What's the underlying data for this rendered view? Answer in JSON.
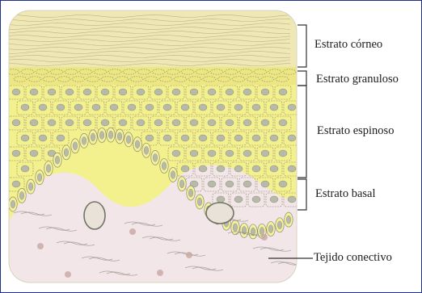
{
  "diagram": {
    "labels": {
      "corneo": "Estrato córneo",
      "granuloso": "Estrato granuloso",
      "espinoso": "Estrato espinoso",
      "basal": "Estrato basal",
      "conectivo": "Tejido conectivo"
    },
    "colors": {
      "corneum": "#efe7b4",
      "granulosum": "#ece783",
      "spinosum": "#f3f08e",
      "basal": "#f4f29b",
      "connective": "#f3e6e8",
      "cell_line": "#8f8a6e",
      "nucleus": "#b7b9a9",
      "bracket": "#333333",
      "frame": "#1f2f8a"
    }
  }
}
